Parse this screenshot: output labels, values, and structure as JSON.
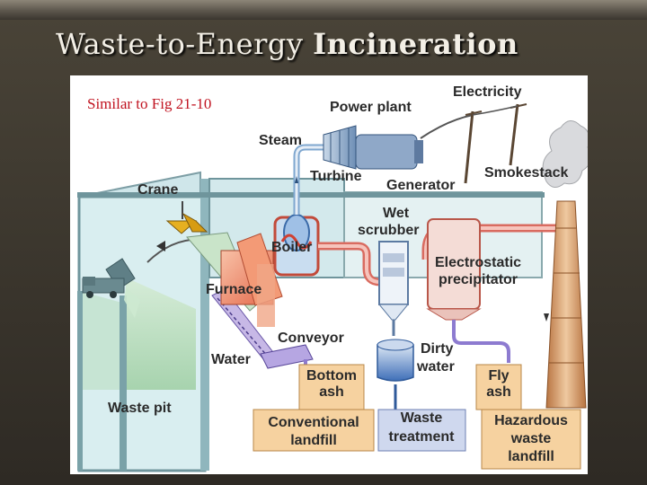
{
  "slide": {
    "title_part1": "Waste-to-Energy",
    "title_part2": "Incineration"
  },
  "diagram": {
    "caption": "Similar to Fig 21-10",
    "labels": {
      "electricity": "Electricity",
      "power_plant": "Power plant",
      "steam": "Steam",
      "turbine": "Turbine",
      "generator": "Generator",
      "smokestack": "Smokestack",
      "crane": "Crane",
      "wet_scrubber_1": "Wet",
      "wet_scrubber_2": "scrubber",
      "boiler": "Boiler",
      "electrostatic_1": "Electrostatic",
      "electrostatic_2": "precipitator",
      "furnace": "Furnace",
      "conveyor": "Conveyor",
      "water": "Water",
      "dirty_water_1": "Dirty",
      "dirty_water_2": "water",
      "bottom_ash_1": "Bottom",
      "bottom_ash_2": "ash",
      "fly_ash_1": "Fly",
      "fly_ash_2": "ash",
      "waste_pit": "Waste pit",
      "conv_landfill_1": "Conventional",
      "conv_landfill_2": "landfill",
      "waste_treatment_1": "Waste",
      "waste_treatment_2": "treatment",
      "hazardous_1": "Hazardous",
      "hazardous_2": "waste",
      "hazardous_3": "landfill"
    }
  }
}
